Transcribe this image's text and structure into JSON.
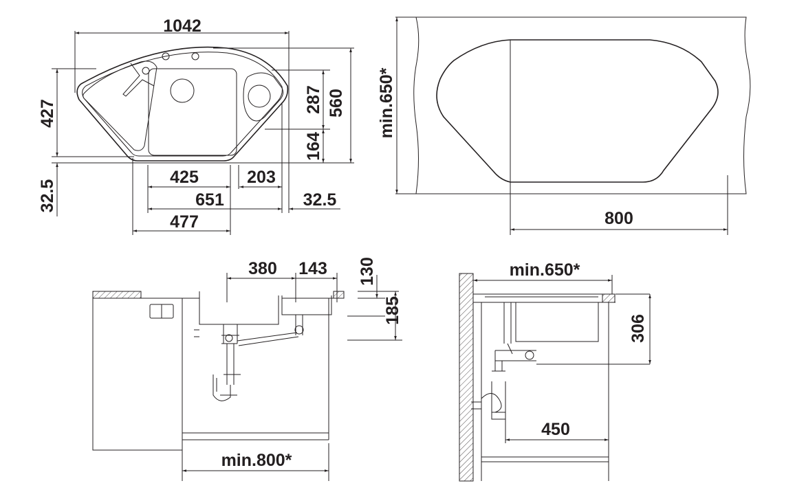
{
  "title": "Corner sink technical dimension drawing",
  "top_view": {
    "overall_width": "1042",
    "left_depth": "427",
    "left_offset": "32.5",
    "right_upper": "287",
    "right_lower": "164",
    "right_total": "560",
    "main_bowl_width": "425",
    "small_bowl_width": "203",
    "width_651": "651",
    "right_offset": "32.5",
    "width_477": "477"
  },
  "cabinet_top_view": {
    "min_depth": "min.650*",
    "cabinet_width": "800"
  },
  "front_section": {
    "bowl_380": "380",
    "bowl_143": "143",
    "depth_130": "130",
    "depth_185": "185",
    "min_cabinet": "min.800*"
  },
  "side_section": {
    "min_depth": "min.650*",
    "depth_306": "306",
    "offset_450": "450"
  },
  "colors": {
    "line": "#231f20",
    "background": "#ffffff"
  }
}
